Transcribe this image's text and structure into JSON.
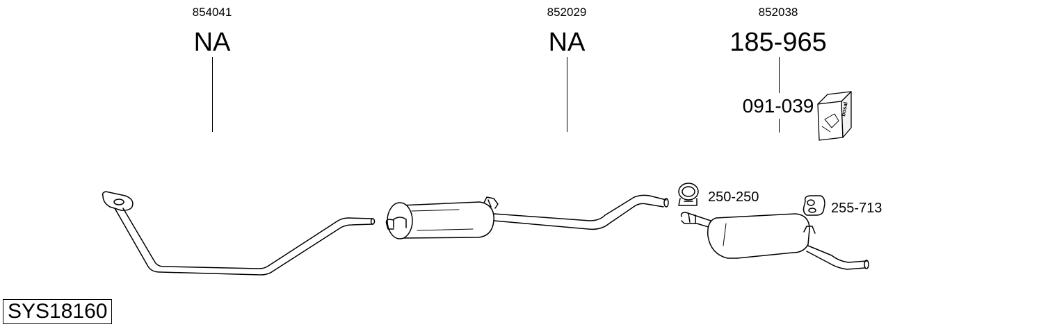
{
  "columns": [
    {
      "oe_number": "854041",
      "part_number": "NA"
    },
    {
      "oe_number": "852029",
      "part_number": "NA"
    },
    {
      "oe_number": "852038",
      "part_number": "185-965",
      "fitting_kit": "091-039"
    }
  ],
  "accessories": {
    "clamp": "250-250",
    "rubber_mount": "255-713"
  },
  "system_code": "SYS18160",
  "box_brand": "bosal"
}
